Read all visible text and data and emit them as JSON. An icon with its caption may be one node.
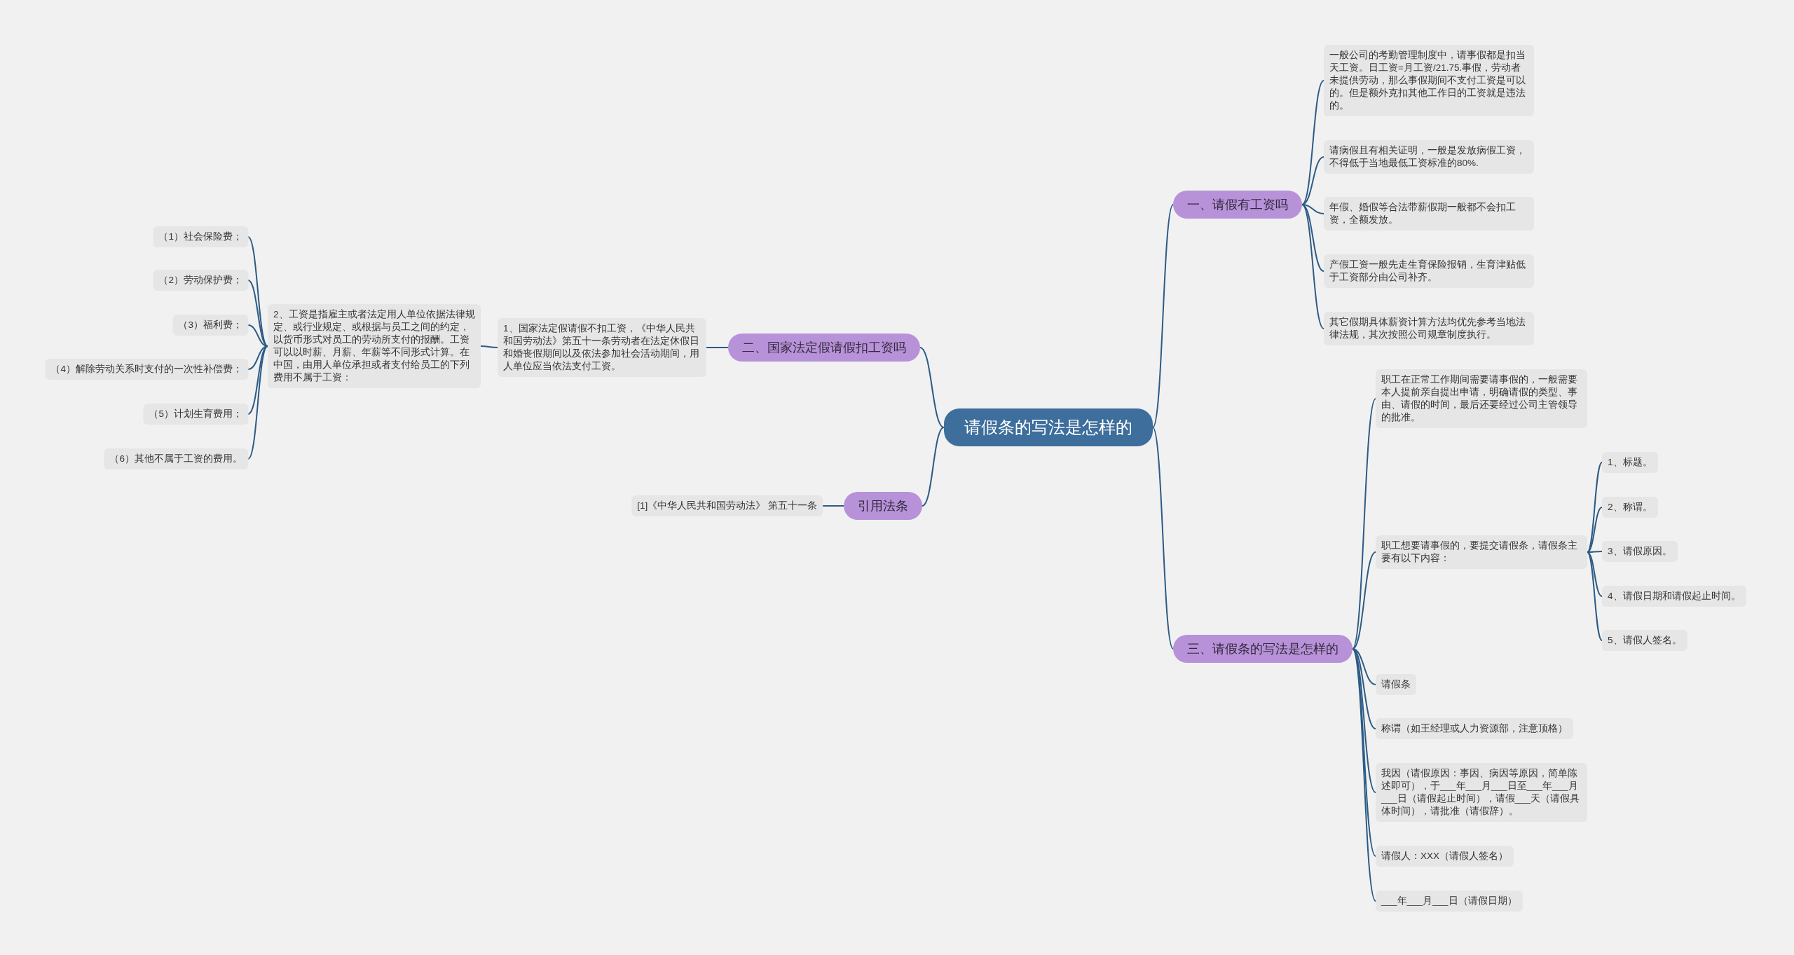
{
  "diagram": {
    "nodes": [
      {
        "text": [
          "请假条的写法是怎样的"
        ]
      },
      {
        "text": [
          "一、请假有工资吗"
        ]
      },
      {
        "text": [
          "一般公司的考勤管理制度中，请事假都是扣当天工资。日工资=月工资/21.75.事假，劳动者未提供劳动，那么事假期间不支付工资是可以的。但是额外克扣其他工作日的工资就是违法的。"
        ]
      },
      {
        "text": [
          "请病假且有相关证明，一般是发放病假工资，不得低于当地最低工资标准的80%."
        ]
      },
      {
        "text": [
          "年假、婚假等合法带薪假期一般都不会扣工资，全额发放。"
        ]
      },
      {
        "text": [
          "产假工资一般先走生育保险报销，生育津贴低于工资部分由公司补齐。"
        ]
      },
      {
        "text": [
          "其它假期具体薪资计算方法均优先参考当地法律法规，其次按照公司规章制度执行。"
        ]
      },
      {
        "text": [
          "二、国家法定假请假扣工资吗"
        ]
      },
      {
        "text": [
          "1、国家法定假请假不扣工资，《中华人民共和国劳动法》第五十一条劳动者在法定休假日和婚丧假期间以及依法参加社会活动期间，用人单位应当依法支付工资。"
        ]
      },
      {
        "text": [
          "2、工资是指雇主或者法定用人单位依据法律规定、或行业规定、或根据与员工之间的约定，以货币形式对员工的劳动所支付的报酬。工资可以以时薪、月薪、年薪等不同形式计算。在中国，由用人单位承担或者支付给员工的下列费用不属于工资："
        ]
      },
      {
        "text": [
          "（1）社会保险费；"
        ]
      },
      {
        "text": [
          "（2）劳动保护费；"
        ]
      },
      {
        "text": [
          "（3）福利费；"
        ]
      },
      {
        "text": [
          "（4）解除劳动关系时支付的一次性补偿费；"
        ]
      },
      {
        "text": [
          "（5）计划生育费用；"
        ]
      },
      {
        "text": [
          "（6）其他不属于工资的费用。"
        ]
      },
      {
        "text": [
          "引用法条"
        ]
      },
      {
        "text": [
          "[1]《中华人民共和国劳动法》 第五十一条"
        ]
      },
      {
        "text": [
          "三、请假条的写法是怎样的"
        ]
      },
      {
        "text": [
          "职工在正常工作期间需要请事假的，一般需要本人提前亲自提出申请，明确请假的类型、事由、请假的时间，最后还要经过公司主管领导的批准。"
        ]
      },
      {
        "text": [
          "职工想要请事假的，要提交请假条，请假条主要有以下内容："
        ]
      },
      {
        "text": [
          "1、标题。"
        ]
      },
      {
        "text": [
          "2、称谓。"
        ]
      },
      {
        "text": [
          "3、请假原因。"
        ]
      },
      {
        "text": [
          "4、请假日期和请假起止时间。"
        ]
      },
      {
        "text": [
          "5、请假人签名。"
        ]
      },
      {
        "text": [
          "请假条"
        ]
      },
      {
        "text": [
          "称谓（如王经理或人力资源部，注意顶格）"
        ]
      },
      {
        "text": [
          "我因（请假原因：事因、病因等原因，简单陈述即可），于___年___月___日至___年___月___日（请假起止时间），请假___天（请假具体时间），请批准（请假辞）。"
        ]
      },
      {
        "text": [
          "请假人：XXX（请假人签名）"
        ]
      },
      {
        "text": [
          "___年___月___日（请假日期）"
        ]
      }
    ],
    "edges": [
      {
        "from": 0,
        "to": 1,
        "arrow": "none"
      },
      {
        "from": 1,
        "to": 2,
        "arrow": "none"
      },
      {
        "from": 1,
        "to": 3,
        "arrow": "none"
      },
      {
        "from": 1,
        "to": 4,
        "arrow": "none"
      },
      {
        "from": 1,
        "to": 5,
        "arrow": "none"
      },
      {
        "from": 1,
        "to": 6,
        "arrow": "none"
      },
      {
        "from": 0,
        "to": 7,
        "arrow": "none"
      },
      {
        "from": 7,
        "to": 8,
        "arrow": "none"
      },
      {
        "from": 8,
        "to": 9,
        "arrow": "none"
      },
      {
        "from": 9,
        "to": 10,
        "arrow": "none"
      },
      {
        "from": 9,
        "to": 11,
        "arrow": "none"
      },
      {
        "from": 9,
        "to": 12,
        "arrow": "none"
      },
      {
        "from": 9,
        "to": 13,
        "arrow": "none"
      },
      {
        "from": 9,
        "to": 14,
        "arrow": "none"
      },
      {
        "from": 9,
        "to": 15,
        "arrow": "none"
      },
      {
        "from": 0,
        "to": 16,
        "arrow": "none"
      },
      {
        "from": 16,
        "to": 17,
        "arrow": "none"
      },
      {
        "from": 0,
        "to": 18,
        "arrow": "none"
      },
      {
        "from": 18,
        "to": 19,
        "arrow": "none"
      },
      {
        "from": 18,
        "to": 20,
        "arrow": "none"
      },
      {
        "from": 20,
        "to": 21,
        "arrow": "none"
      },
      {
        "from": 20,
        "to": 22,
        "arrow": "none"
      },
      {
        "from": 20,
        "to": 23,
        "arrow": "none"
      },
      {
        "from": 20,
        "to": 24,
        "arrow": "none"
      },
      {
        "from": 20,
        "to": 25,
        "arrow": "none"
      },
      {
        "from": 18,
        "to": 26,
        "arrow": "none"
      },
      {
        "from": 18,
        "to": 27,
        "arrow": "none"
      },
      {
        "from": 18,
        "to": 28,
        "arrow": "none"
      },
      {
        "from": 18,
        "to": 29,
        "arrow": "none"
      },
      {
        "from": 18,
        "to": 30,
        "arrow": "none"
      }
    ]
  }
}
